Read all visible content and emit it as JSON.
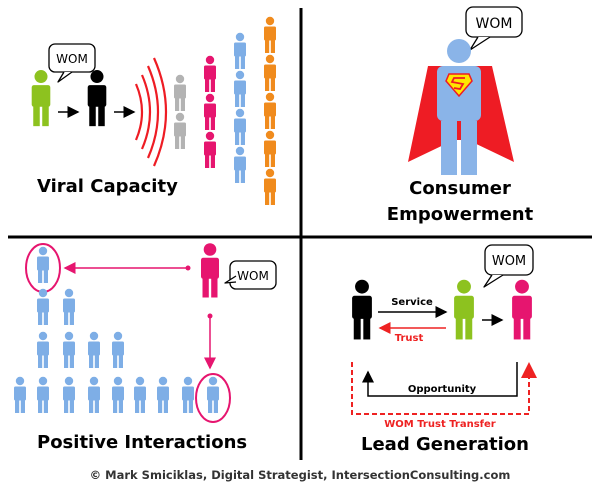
{
  "quadrants": {
    "viral": {
      "title": "Viral Capacity",
      "bubble": "WOM"
    },
    "consumer": {
      "title_line1": "Consumer",
      "title_line2": "Empowerment",
      "bubble": "WOM"
    },
    "positive": {
      "title": "Positive Interactions",
      "bubble": "WOM"
    },
    "lead": {
      "title": "Lead Generation",
      "bubble": "WOM",
      "service_label": "Service",
      "trust_label": "Trust",
      "opportunity_label": "Opportunity",
      "transfer_label": "WOM Trust Transfer"
    }
  },
  "footer": "© Mark Smiciklas, Digital Strategist, IntersectionConsulting.com",
  "colors": {
    "green": "#8dc21f",
    "black": "#000000",
    "gray": "#b3b3b3",
    "pink": "#e6156f",
    "blue": "#7eaee6",
    "orange": "#f08b1d",
    "red": "#ee2222",
    "cape_red": "#ee1c24",
    "hero_blue": "#8ab4e8",
    "emblem_yellow": "#ffe600"
  }
}
